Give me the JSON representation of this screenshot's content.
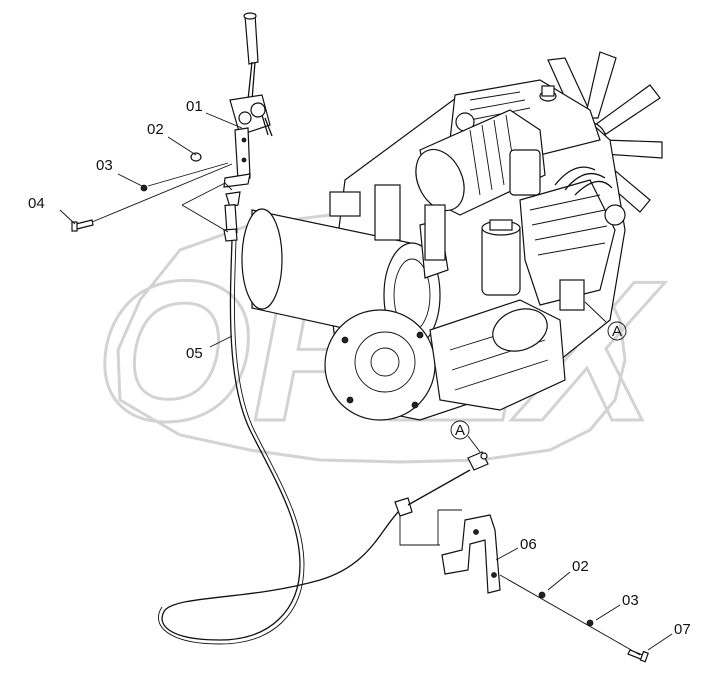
{
  "watermark": {
    "text": "OPEX"
  },
  "corner_code": "",
  "labels": [
    {
      "id": "01",
      "text": "01"
    },
    {
      "id": "02a",
      "text": "02"
    },
    {
      "id": "03a",
      "text": "03"
    },
    {
      "id": "04",
      "text": "04"
    },
    {
      "id": "05",
      "text": "05"
    },
    {
      "id": "06",
      "text": "06"
    },
    {
      "id": "02b",
      "text": "02"
    },
    {
      "id": "03b",
      "text": "03"
    },
    {
      "id": "07",
      "text": "07"
    }
  ],
  "connectors": [
    {
      "id": "A1",
      "text": "A"
    },
    {
      "id": "A2",
      "text": "A"
    }
  ]
}
